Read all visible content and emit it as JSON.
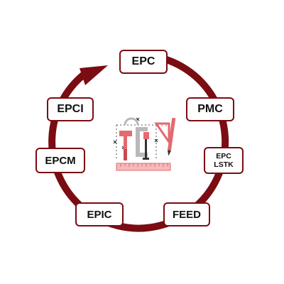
{
  "diagram": {
    "nodes": {
      "epc": {
        "label": "EPC"
      },
      "pmc": {
        "label": "PMC"
      },
      "epc_lstk": {
        "line1": "EPC",
        "line2": "LSTK"
      },
      "feed": {
        "label": "FEED"
      },
      "epic": {
        "label": "EPIC"
      },
      "epcm": {
        "label": "EPCM"
      },
      "epci": {
        "label": "EPCI"
      }
    },
    "center_icon": "engineering-tools-icon"
  },
  "colors": {
    "ring": "#7a0c12",
    "node_border": "#7a0c12",
    "text": "#111111",
    "icon_primary": "#e36a6f",
    "icon_secondary": "#b9b9b9",
    "icon_dark": "#333333"
  }
}
